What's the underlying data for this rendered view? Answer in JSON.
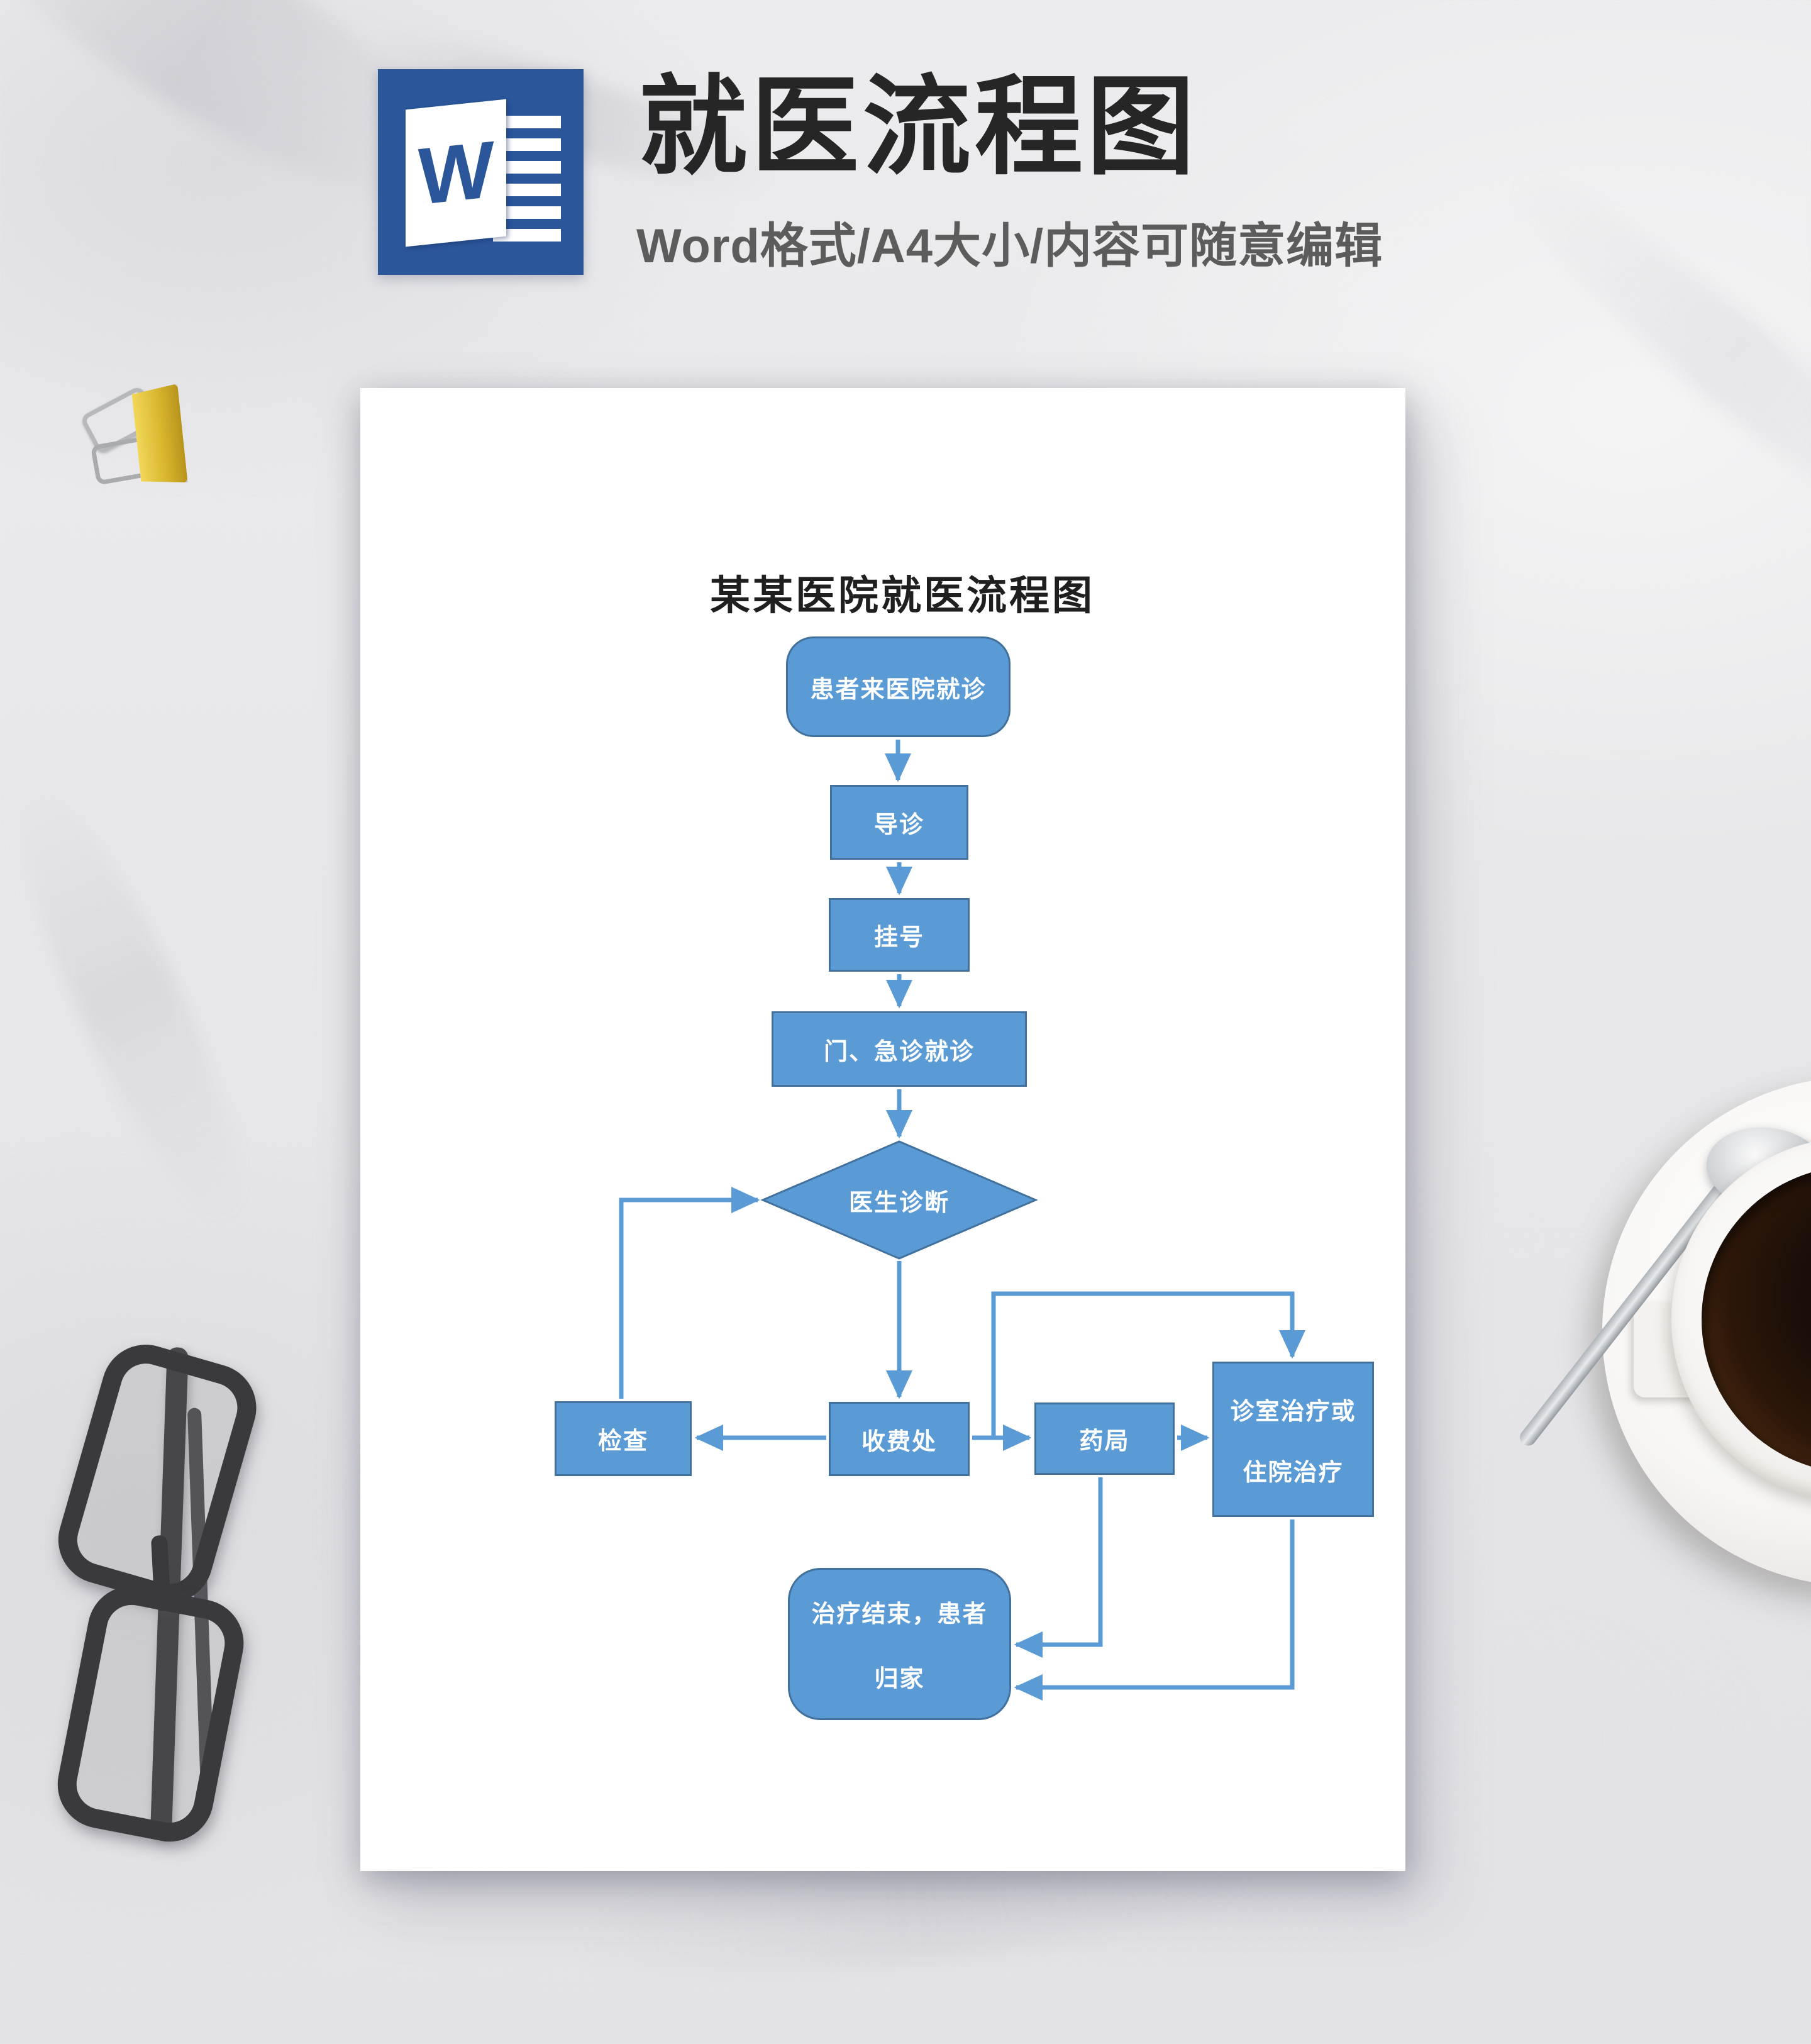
{
  "header": {
    "icon_letter": "W",
    "title": "就医流程图",
    "subtitle": "Word格式/A4大小/内容可随意编辑"
  },
  "document": {
    "title": "某某医院就医流程图",
    "flowchart": {
      "nodes": {
        "start": {
          "shape": "rounded-rect",
          "label": "患者来医院就诊"
        },
        "guide": {
          "shape": "rect",
          "label": "导诊"
        },
        "register": {
          "shape": "rect",
          "label": "挂号"
        },
        "outpatient": {
          "shape": "rect",
          "label": "门、急诊就诊"
        },
        "diagnosis": {
          "shape": "diamond",
          "label": "医生诊断"
        },
        "exam": {
          "shape": "rect",
          "label": "检查"
        },
        "cashier": {
          "shape": "rect",
          "label": "收费处"
        },
        "pharmacy": {
          "shape": "rect",
          "label": "药局"
        },
        "treatment": {
          "shape": "rect",
          "line1": "诊室治疗或",
          "line2": "住院治疗"
        },
        "finish": {
          "shape": "rounded-rect",
          "line1": "治疗结束，患者",
          "line2": "归家"
        }
      },
      "edges": [
        {
          "from": "start",
          "to": "guide"
        },
        {
          "from": "guide",
          "to": "register"
        },
        {
          "from": "register",
          "to": "outpatient"
        },
        {
          "from": "outpatient",
          "to": "diagnosis"
        },
        {
          "from": "diagnosis",
          "to": "cashier"
        },
        {
          "from": "cashier",
          "to": "exam"
        },
        {
          "from": "exam",
          "to": "diagnosis"
        },
        {
          "from": "cashier",
          "to": "pharmacy"
        },
        {
          "from": "cashier",
          "to": "treatment"
        },
        {
          "from": "pharmacy",
          "to": "treatment"
        },
        {
          "from": "pharmacy",
          "to": "finish"
        },
        {
          "from": "treatment",
          "to": "finish"
        }
      ]
    }
  },
  "colors": {
    "node_fill": "#5b9bd5",
    "node_border": "#41719c",
    "connector": "#5b9bd5",
    "word_icon_blue": "#2b579a",
    "header_title": "#262626",
    "header_subtitle": "#5c5c5c"
  }
}
